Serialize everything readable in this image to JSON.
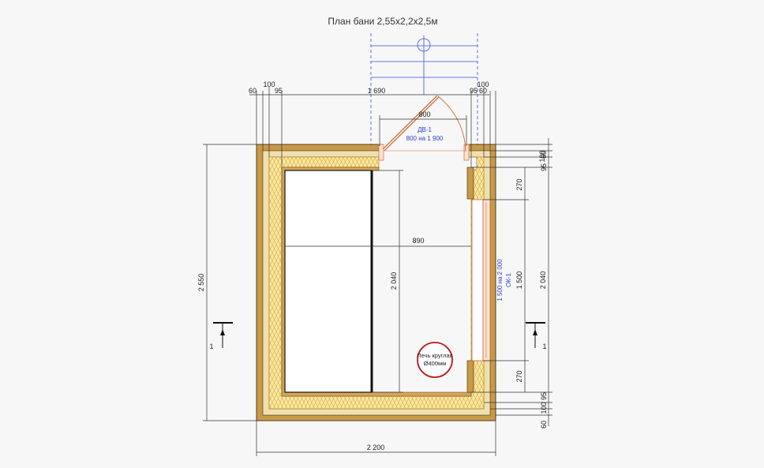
{
  "title": "План бани 2,55х2,2х2,5м",
  "door": {
    "mark": "ДВ-1",
    "size": "800 на 1 900"
  },
  "window": {
    "mark": "ОК-1",
    "size": "1 500 на 2 000"
  },
  "stove": {
    "line1": "Печь круглая",
    "line2": "Ø400мм"
  },
  "section": {
    "label_left": "1",
    "label_right": "1"
  },
  "dims": {
    "top_60_l": "60",
    "top_100_l": "100",
    "top_95_l": "95",
    "top_1690": "1 690",
    "top_95_r": "95",
    "top_60_r": "60",
    "top_100_r": "100",
    "door_800": "800",
    "inner_890": "890",
    "left_2550": "2 550",
    "inner_2040": "2 040",
    "r_100_t": "100",
    "r_60_t": "60",
    "r_95_t": "95",
    "r_270_t": "270",
    "r_1500": "1 500",
    "r_270_b": "270",
    "r_2040": "2 040",
    "r_95_b": "95",
    "r_100_b": "100",
    "r_60_b": "60",
    "bottom_2200": "2 200"
  }
}
